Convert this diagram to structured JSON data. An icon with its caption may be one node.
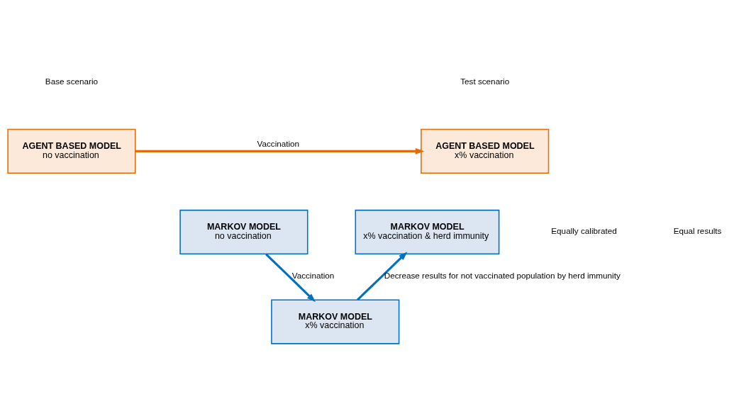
{
  "diagram": {
    "nodes": [
      {
        "text": [
          "AGENT BASED MODEL",
          "no vaccination"
        ]
      },
      {
        "text": [
          "MARKOV MODEL",
          "no vaccination"
        ]
      },
      {
        "text": [
          "AGENT BASED MODEL",
          "x% vaccination"
        ]
      },
      {
        "text": [
          "MARKOV MODEL",
          "x% vaccination & herd immunity"
        ]
      },
      {
        "text": [
          "MARKOV MODEL",
          "x% vaccination"
        ]
      }
    ],
    "edges": [
      {
        "from": 0,
        "to": 2,
        "arrow": "to",
        "label": "Vaccination",
        "color": "#e36c09"
      },
      {
        "from": 1,
        "to": 4,
        "arrow": "to",
        "label": "Vaccination"
      },
      {
        "from": 4,
        "to": 3,
        "arrow": "to",
        "label": "Decrease results for not vaccinated population by herd immunity"
      }
    ],
    "labels": [
      "Base scenario",
      "Test scenario",
      "Equally calibrated",
      "Equal results"
    ]
  }
}
